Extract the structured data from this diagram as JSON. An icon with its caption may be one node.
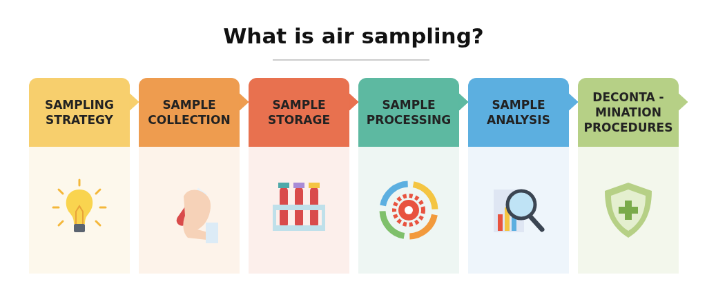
{
  "diagram": {
    "title": "What is air sampling?",
    "nodes": [
      {
        "text": [
          "SAMPLING STRATEGY"
        ]
      },
      {
        "text": [
          "SAMPLE COLLECTION"
        ]
      },
      {
        "text": [
          "SAMPLE STORAGE"
        ]
      },
      {
        "text": [
          "SAMPLE PROCESSING"
        ]
      },
      {
        "text": [
          "SAMPLE ANALYSIS"
        ]
      },
      {
        "text": [
          "DECONTA -MINATION PROCEDURES"
        ]
      }
    ],
    "edges": [
      {
        "from": 0,
        "to": 1,
        "arrow": "to"
      },
      {
        "from": 1,
        "to": 2,
        "arrow": "to"
      },
      {
        "from": 2,
        "to": 3,
        "arrow": "to"
      },
      {
        "from": 3,
        "to": 4,
        "arrow": "to"
      },
      {
        "from": 4,
        "to": 5,
        "arrow": "to"
      },
      {
        "from": 5,
        "to": null,
        "arrow": "to"
      }
    ]
  }
}
